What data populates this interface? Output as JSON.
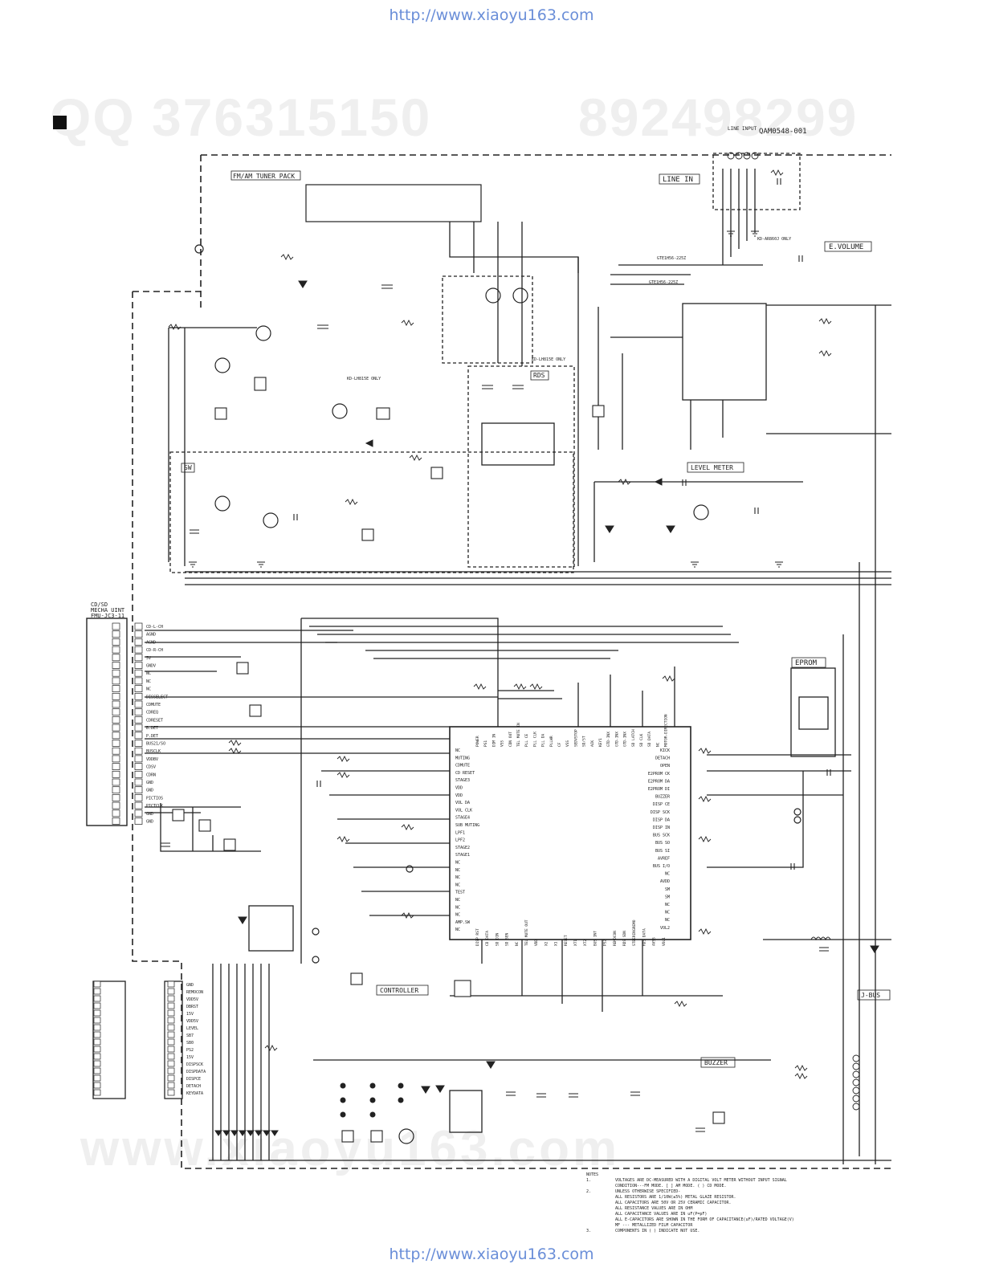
{
  "header": {
    "url_top": "http://www.xiaoyu163.com",
    "url_bottom": "http://www.xiaoyu163.com"
  },
  "watermarks": {
    "qq": "QQ 376315150",
    "qq2": "892498299",
    "bottom": "www.xiaoyu163.com"
  },
  "blocks": {
    "tuner": "FM/AM TUNER PACK",
    "line_in_part": "QAM0548-001",
    "line_input": "LINE INPUT",
    "line_in": "LINE IN",
    "evolume": "E.VOLUME",
    "rds": "RDS",
    "sw": "SW",
    "level_meter": "LEVEL METER",
    "cd_mecha_1": "CD/SD",
    "cd_mecha_2": "MECHA UINT",
    "cd_mecha_3": "FMU-JC3-11",
    "eprom": "EPROM",
    "controller": "CONTROLLER",
    "buzzer": "BUZZER",
    "jbus": "J-BUS",
    "ko_ar": "KD-AR860J ONLY",
    "ko_lh": "KD-LH815E ONLY",
    "ko_lh2": "KD-LH815E ONLY",
    "gte1": "GTE1H56-225Z",
    "gte2": "GTE1H56-225Z"
  },
  "cd_pins": [
    "CD-L-CH",
    "AGND",
    "AGND",
    "CD-R-CH",
    "5V",
    "GNDV",
    "NC",
    "NC",
    "NC",
    "DISSELECT",
    "CDMUTE",
    "CDREQ",
    "CDRESET",
    "B.DET",
    "P.DET",
    "BUS21/SO",
    "BUSCLK",
    "VDDBV",
    "CDSV",
    "CDRN",
    "GND",
    "GND",
    "PICTIOS",
    "PICTCLK",
    "GND",
    "GND"
  ],
  "bottom_pins": [
    "GND",
    "REMOCON",
    "VDD5V",
    "DBRST",
    "15V",
    "VDD5V",
    "LEVEL",
    "SB7",
    "SB0",
    "PS2",
    "15V",
    "DISPSCK",
    "DISPDATA",
    "DISPCE",
    "DETACH",
    "KEYDATA"
  ],
  "ic_left_pins": [
    "NC",
    "MUTING",
    "CDMUTE",
    "CD RESET",
    "STAGE3",
    "VDD",
    "VDD",
    "VOL DA",
    "VOL CLK",
    "STAGE4",
    "SUB MUTING",
    "LPF1",
    "LPF2",
    "STAGE2",
    "STAGE1",
    "NC",
    "NC",
    "NC",
    "NC",
    "TEST",
    "NC",
    "NC",
    "NC",
    "AMP.SW",
    "NC"
  ],
  "ic_right_pins": [
    "KICK",
    "DETACH",
    "OPEN",
    "E2PROM CK",
    "E2PROM DA",
    "E2PROM DI",
    "BUZZER",
    "DISP CE",
    "DISP SCK",
    "DISP DA",
    "DISP IN",
    "BUS SCK",
    "BUS SO",
    "BUS SI",
    "AVREF",
    "BUS I/O",
    "NC",
    "AVDD",
    "SM",
    "SM",
    "NC",
    "NC",
    "NC",
    "VOL2"
  ],
  "ic_top_pins": [
    "POWER",
    "PS1",
    "DIM IN",
    "VSS",
    "CDN OUT",
    "TEL MUTE IN",
    "PLL CE",
    "PLL CLK",
    "PLL DA",
    "PLLWR",
    "CF",
    "VSS",
    "SEDVSTOP",
    "SD/ST",
    "ACK",
    "KEY1",
    "GTD-INX",
    "GTD-INX",
    "GTD-INX",
    "SD LATCH",
    "SD CLK",
    "SD DATA",
    "NC",
    "MOTOR-DIRECTION"
  ],
  "ic_bottom_pins": [
    "DISP RST",
    "CD DATA",
    "SD DIN",
    "SD SEN",
    "NC",
    "TEL MUTE OUT",
    "VDD",
    "X2",
    "X1",
    "RESET",
    "XT1",
    "XT2",
    "BUS INT",
    "PS2",
    "REMOCON",
    "RDS SDN",
    "STEERINGREMO",
    "RDS DATA",
    "AVSS",
    "VOL1"
  ],
  "notes": {
    "title": "NOTES",
    "lines": [
      [
        "1.",
        "VOLTAGES ARE DC-MEASURED WITH A DIGITAL VOLT METER WITHOUT INPUT SIGNAL"
      ],
      [
        "",
        "CONDITION---FM MODE. [ ] AM MODE. ( ) CD MODE."
      ],
      [
        "2.",
        "UNLESS OTHERWISE SPECIFIED-"
      ],
      [
        "",
        "ALL RESISTORS ARE 1/10W(±5%) METAL GLAZE RESISTOR."
      ],
      [
        "",
        "ALL CAPACITORS ARE 50V OR 25V CERAMIC CAPACITOR."
      ],
      [
        "",
        "ALL RESISTANCE VALUES ARE IN OHM"
      ],
      [
        "",
        "ALL CAPACITANCE VALUES ARE IN uF(P=pF)"
      ],
      [
        "",
        "ALL E-CAPACITORS ARE SHOWN IN THE FORM OF CAPACITANCE(uF)/RATED VOLTAGE(V)"
      ],
      [
        "",
        "MF --- METALLIZED FILM CAPACITOR"
      ],
      [
        "3.",
        "COMPONENTS IN ( ) INDICATE NOT USE."
      ]
    ]
  }
}
